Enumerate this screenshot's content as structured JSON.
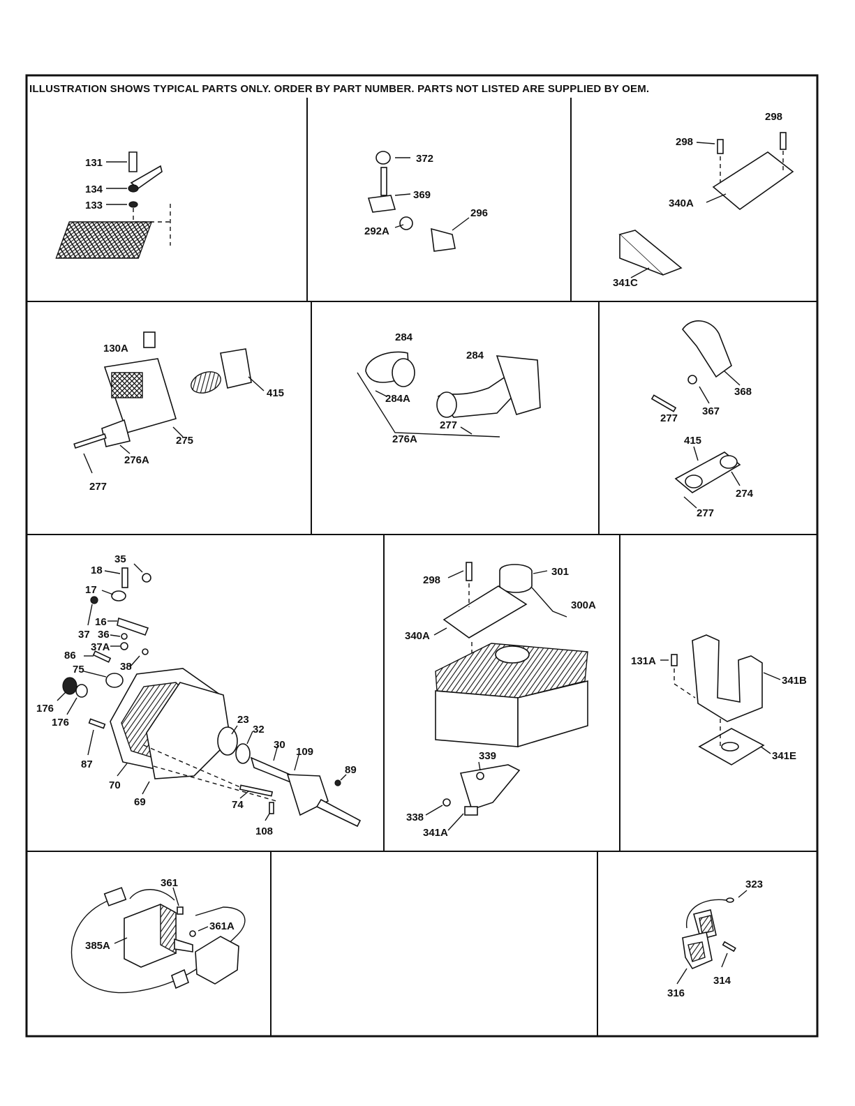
{
  "header": {
    "notice": "ILLUSTRATION SHOWS TYPICAL PARTS ONLY. ORDER BY PART NUMBER. PARTS NOT LISTED ARE SUPPLIED BY OEM."
  },
  "panels": [
    {
      "id": "top-left",
      "labels": [
        "131",
        "134",
        "133"
      ]
    },
    {
      "id": "top-center",
      "labels": [
        "372",
        "369",
        "292A",
        "296"
      ]
    },
    {
      "id": "top-right",
      "labels": [
        "298",
        "298",
        "340A",
        "341C"
      ]
    },
    {
      "id": "mid-left",
      "labels": [
        "130A",
        "415",
        "275",
        "276A",
        "277"
      ]
    },
    {
      "id": "mid-center",
      "labels": [
        "284",
        "284",
        "284A",
        "277",
        "276A"
      ]
    },
    {
      "id": "mid-right",
      "labels": [
        "368",
        "277",
        "367",
        "415",
        "274",
        "277"
      ]
    },
    {
      "id": "engine",
      "labels": [
        "35",
        "18",
        "17",
        "16",
        "37",
        "36",
        "37A",
        "86",
        "38",
        "75",
        "176",
        "176",
        "87",
        "70",
        "69",
        "23",
        "32",
        "30",
        "109",
        "89",
        "74",
        "108"
      ]
    },
    {
      "id": "fuel-tank",
      "labels": [
        "298",
        "301",
        "300A",
        "340A",
        "339",
        "338",
        "341A"
      ]
    },
    {
      "id": "bracket",
      "labels": [
        "131A",
        "341B",
        "341E"
      ]
    },
    {
      "id": "starter",
      "labels": [
        "361",
        "361A",
        "385A"
      ]
    },
    {
      "id": "empty",
      "labels": []
    },
    {
      "id": "switch",
      "labels": [
        "323",
        "314",
        "316"
      ]
    }
  ]
}
